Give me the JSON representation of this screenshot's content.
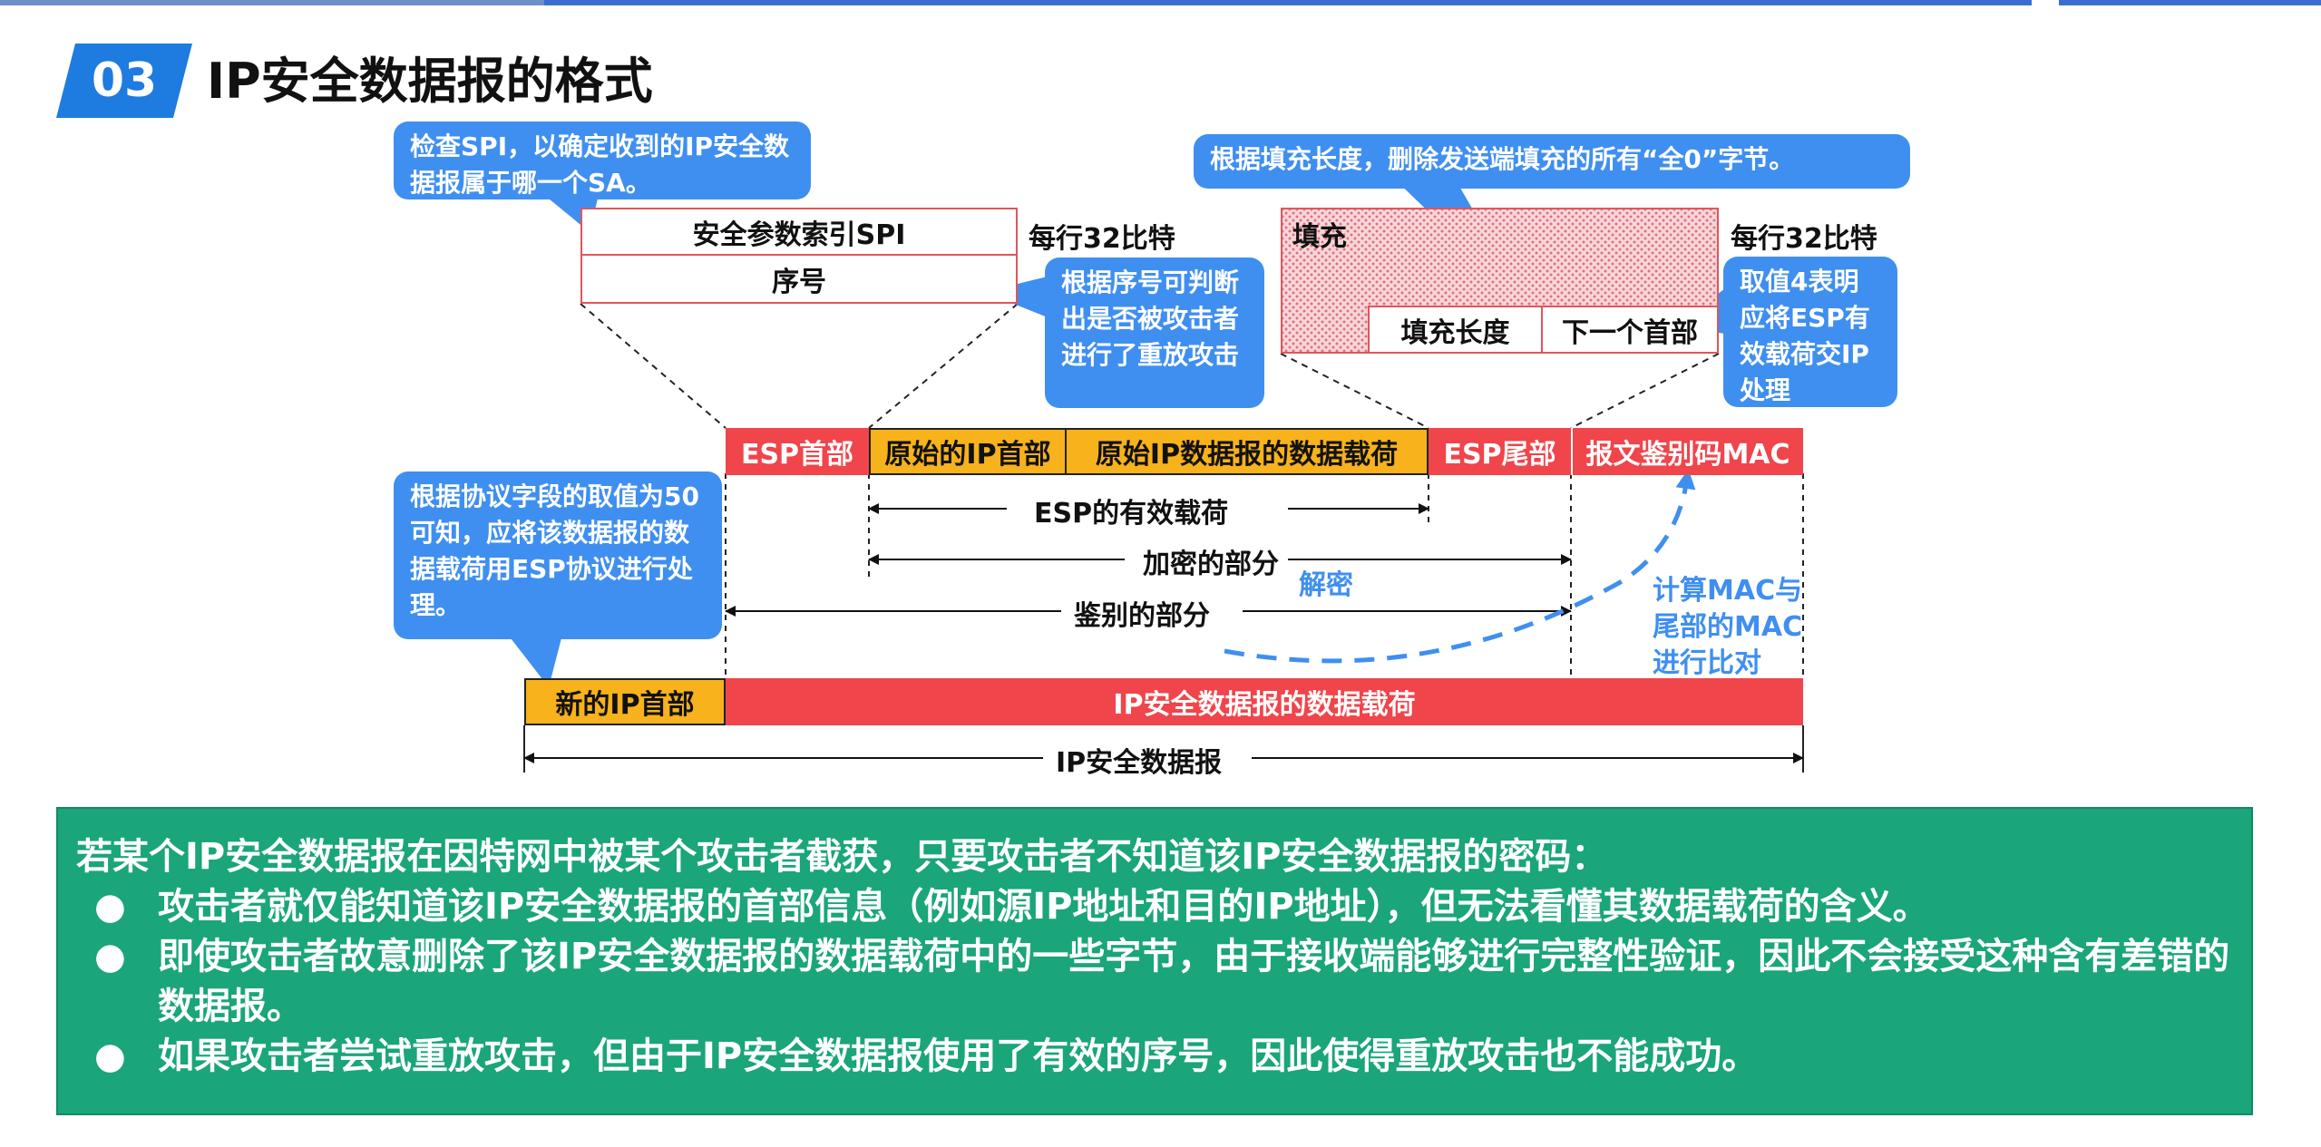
{
  "section": {
    "number": "03",
    "title": "IP安全数据报的格式"
  },
  "esp_header_detail": {
    "spi": "安全参数索引SPI",
    "seq": "序号",
    "bits_note": "每行32比特"
  },
  "esp_trailer_detail": {
    "padding": "填充",
    "pad_length": "填充长度",
    "next_header": "下一个首部",
    "bits_note": "每行32比特"
  },
  "datagram_parts": {
    "esp_header": "ESP首部",
    "orig_ip_header": "原始的IP首部",
    "orig_payload": "原始IP数据报的数据载荷",
    "esp_trailer": "ESP尾部",
    "mac": "报文鉴别码MAC",
    "new_ip_header": "新的IP首部",
    "ipsec_payload": "IP安全数据报的数据载荷"
  },
  "spans": {
    "esp_payload": "ESP的有效载荷",
    "encrypted": "加密的部分",
    "authenticated": "鉴别的部分",
    "ipsec_datagram": "IP安全数据报"
  },
  "annotations": {
    "decrypt": "解密",
    "compare_mac": [
      "计算MAC与",
      "尾部的MAC",
      "进行比对"
    ]
  },
  "callouts": {
    "spi_check": "检查SPI，以确定收到的IP安全数据报属于哪一个SA。",
    "seq_check": "根据序号可判断出是否被攻击者进行了重放攻击",
    "padding_remove": "根据填充长度，删除发送端填充的所有“全0”字节。",
    "next_header": "取值4表明应将ESP有效载荷交IP处理",
    "protocol_field": "根据协议字段的取值为50可知，应将该数据报的数据载荷用ESP协议进行处理。"
  },
  "summary": {
    "lead": "若某个IP安全数据报在因特网中被某个攻击者截获，只要攻击者不知道该IP安全数据报的密码：",
    "bullets": [
      "攻击者就仅能知道该IP安全数据报的首部信息（例如源IP地址和目的IP地址），但无法看懂其数据载荷的含义。",
      "即使攻击者故意删除了该IP安全数据报的数据载荷中的一些字节，由于接收端能够进行完整性验证，因此不会接受这种含有差错的数据报。",
      "如果攻击者尝试重放攻击，但由于IP安全数据报使用了有效的序号，因此使得重放攻击也不能成功。"
    ],
    "bullet_symbol": "●"
  },
  "colors": {
    "accent_blue": "#1e7be0",
    "callout_blue": "#3f8ff0",
    "esp_red": "#f0454b",
    "header_gold": "#f7b21c",
    "summary_green": "#1aa57a"
  }
}
